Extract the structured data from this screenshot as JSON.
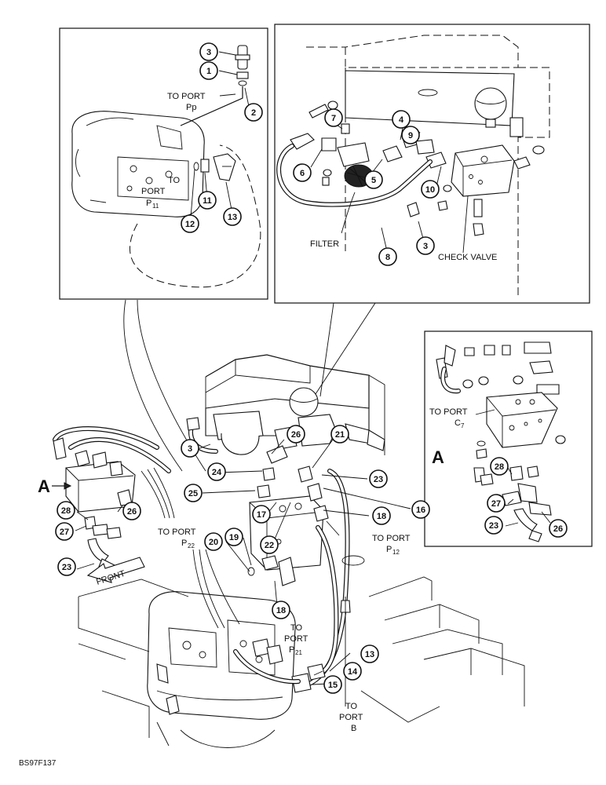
{
  "diagram": {
    "code": "BS97F137",
    "view_letter": "A",
    "labels": {
      "to_port_pp": [
        "TO PORT",
        "Pp"
      ],
      "to_port_p11": [
        "TO",
        "PORT",
        "P",
        "11"
      ],
      "filter": "FILTER",
      "check_valve": "CHECK VALVE",
      "to_port_c7": [
        "TO PORT",
        "C",
        "7"
      ],
      "to_port_p22": [
        "TO PORT",
        "P",
        "22"
      ],
      "to_port_p12": [
        "TO PORT",
        "P",
        "12"
      ],
      "to_port_p21": [
        "TO",
        "PORT",
        "P",
        "21"
      ],
      "to_port_b": [
        "TO",
        "PORT",
        "B"
      ],
      "front": "FRONT"
    },
    "callouts": {
      "c1": "1",
      "c2": "2",
      "c3": "3",
      "c4": "4",
      "c5": "5",
      "c6": "6",
      "c7": "7",
      "c8": "8",
      "c9": "9",
      "c10": "10",
      "c11": "11",
      "c12": "12",
      "c13": "13",
      "c14": "14",
      "c15": "15",
      "c16": "16",
      "c17": "17",
      "c18": "18",
      "c19": "19",
      "c20": "20",
      "c21": "21",
      "c22": "22",
      "c23": "23",
      "c24": "24",
      "c25": "25",
      "c26": "26",
      "c27": "27",
      "c28": "28"
    }
  }
}
